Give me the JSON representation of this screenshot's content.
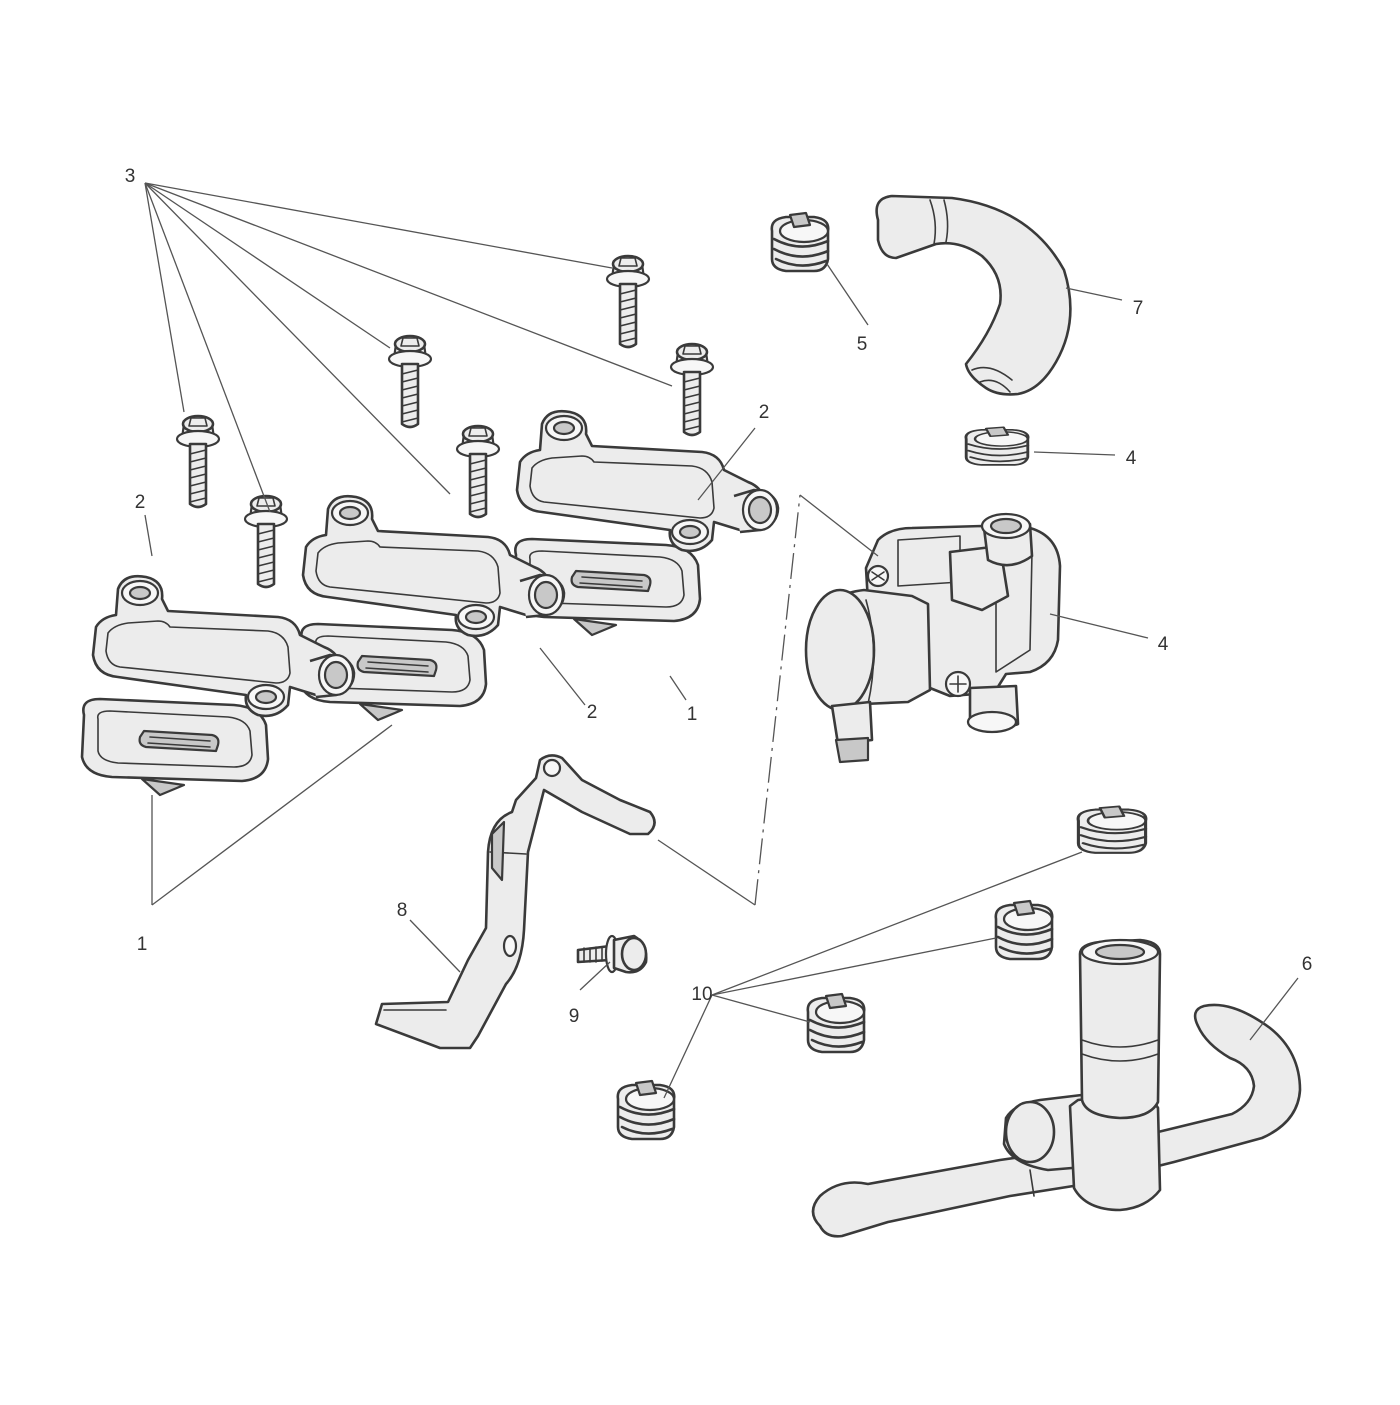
{
  "diagram": {
    "callouts": [
      {
        "id": "c3",
        "label": "3"
      },
      {
        "id": "c2a",
        "label": "2"
      },
      {
        "id": "c2b",
        "label": "2"
      },
      {
        "id": "c2c",
        "label": "2"
      },
      {
        "id": "c1a",
        "label": "1"
      },
      {
        "id": "c1b",
        "label": "1"
      },
      {
        "id": "c5",
        "label": "5"
      },
      {
        "id": "c7",
        "label": "7"
      },
      {
        "id": "c4a",
        "label": "4"
      },
      {
        "id": "c4b",
        "label": "4"
      },
      {
        "id": "c10",
        "label": "10"
      },
      {
        "id": "c8",
        "label": "8"
      },
      {
        "id": "c9",
        "label": "9"
      },
      {
        "id": "c6",
        "label": "6"
      }
    ],
    "colors": {
      "ink": "#3a3a3a",
      "part_fill": "#ececec",
      "background": "#ffffff"
    }
  }
}
